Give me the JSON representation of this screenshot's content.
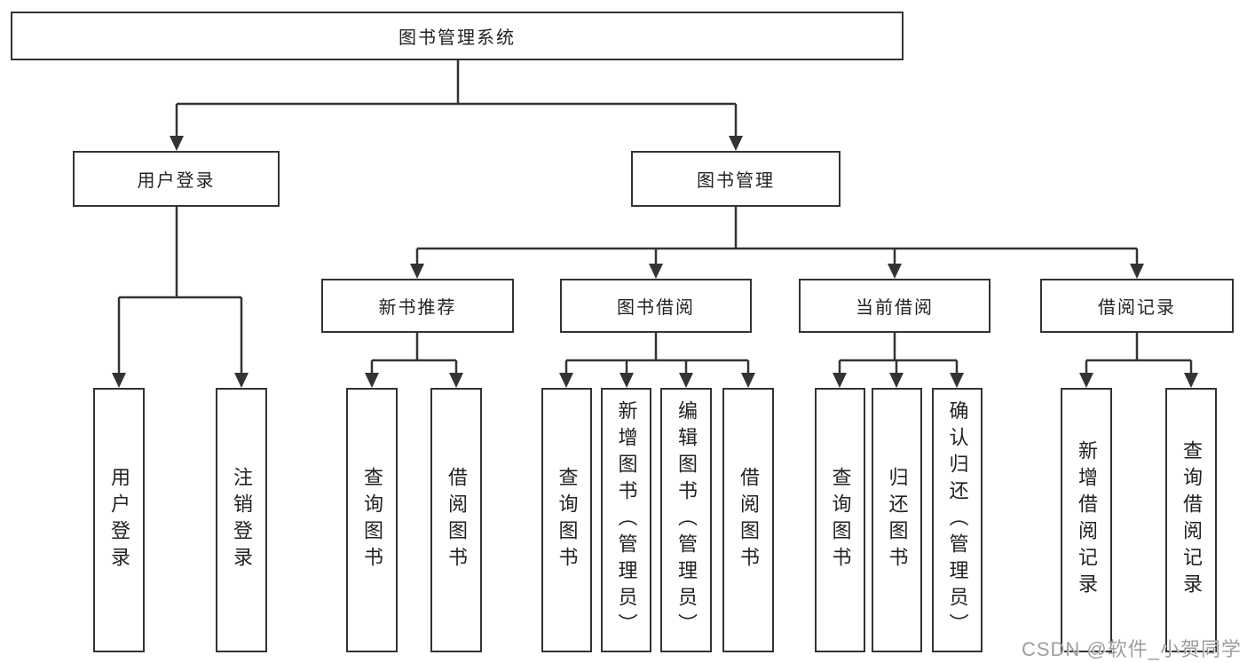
{
  "diagram": {
    "title": "图书管理系统",
    "root": {
      "label": "图书管理系统"
    },
    "branches": [
      {
        "label": "用户登录",
        "leaves": [
          {
            "label": "用户登录"
          },
          {
            "label": "注销登录"
          }
        ]
      },
      {
        "label": "图书管理",
        "children": [
          {
            "label": "新书推荐",
            "leaves": [
              {
                "label": "查询图书"
              },
              {
                "label": "借阅图书"
              }
            ]
          },
          {
            "label": "图书借阅",
            "leaves": [
              {
                "label": "查询图书"
              },
              {
                "label": "新增图书（管理员）"
              },
              {
                "label": "编辑图书（管理员）"
              },
              {
                "label": "借阅图书"
              }
            ]
          },
          {
            "label": "当前借阅",
            "leaves": [
              {
                "label": "查询图书"
              },
              {
                "label": "归还图书"
              },
              {
                "label": "确认归还（管理员）"
              }
            ]
          },
          {
            "label": "借阅记录",
            "leaves": [
              {
                "label": "新增借阅记录"
              },
              {
                "label": "查询借阅记录"
              }
            ]
          }
        ]
      }
    ]
  },
  "watermark": {
    "text": "CSDN @软件_小贺同学"
  },
  "colors": {
    "line": "#333333",
    "text": "#222222",
    "background": "#ffffff",
    "watermark": "#9e9e9e"
  }
}
